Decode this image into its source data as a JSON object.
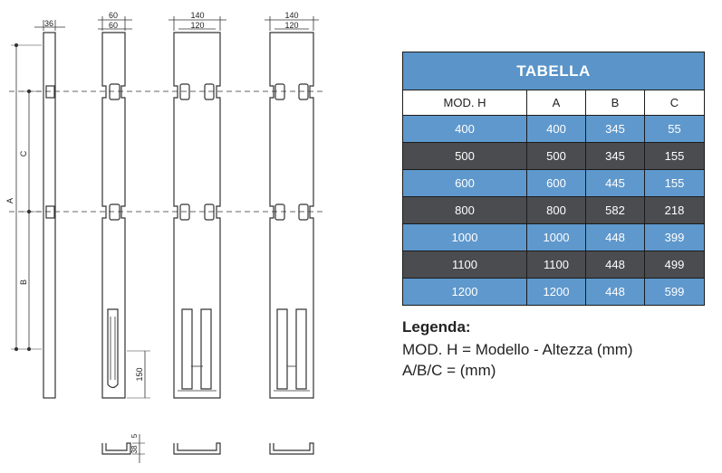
{
  "drawing": {
    "dims": {
      "side_top_width": "36",
      "front1_top": "60",
      "front1_inner": "60",
      "front2_top": "140",
      "front2_inner": "120",
      "front3_top": "140",
      "front3_inner": "120",
      "dim_a": "A",
      "dim_b": "B",
      "dim_c": "C",
      "bottom_150": "150",
      "sec_small": "5",
      "sec_height": "38"
    }
  },
  "table": {
    "title": "TABELLA",
    "headers": [
      "MOD. H",
      "A",
      "B",
      "C"
    ],
    "rows": [
      [
        "400",
        "400",
        "345",
        "55"
      ],
      [
        "500",
        "500",
        "345",
        "155"
      ],
      [
        "600",
        "600",
        "445",
        "155"
      ],
      [
        "800",
        "800",
        "582",
        "218"
      ],
      [
        "1000",
        "1000",
        "448",
        "399"
      ],
      [
        "1100",
        "1100",
        "448",
        "499"
      ],
      [
        "1200",
        "1200",
        "448",
        "599"
      ]
    ]
  },
  "legend": {
    "title": "Legenda:",
    "line1": "MOD. H = Modello - Altezza (mm)",
    "line2": "A/B/C = (mm)"
  },
  "colors": {
    "blue": "#5f98cc",
    "dark": "#4b4c50",
    "title_blue": "#5a94c9",
    "line": "#333333"
  }
}
